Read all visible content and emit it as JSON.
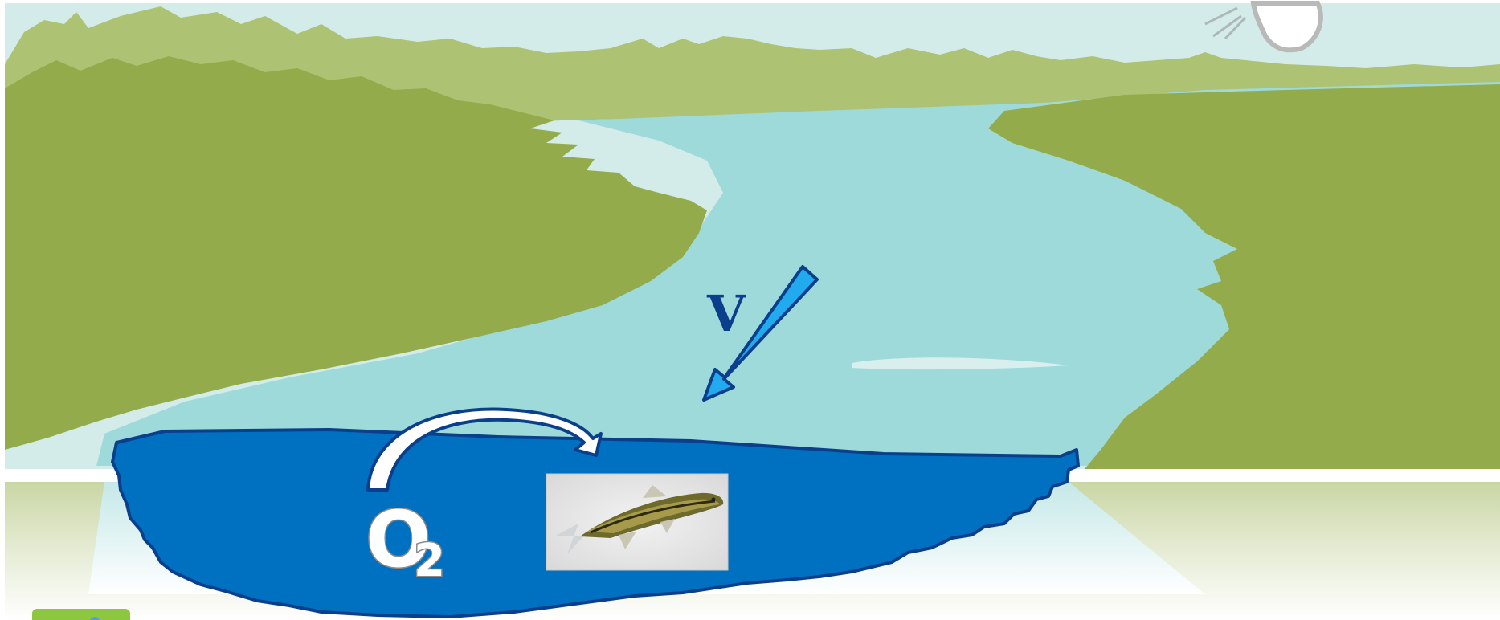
{
  "diagram": {
    "velocity_label": "V",
    "oxygen_label_main": "O",
    "oxygen_label_subscript": "2",
    "icons": [
      "fish-photo",
      "velocity-arrow",
      "oxygen-curved-arrow"
    ],
    "colors": {
      "sky": "#d3ece9",
      "far_grass": "#adc273",
      "near_grass": "#93ab4b",
      "river": "#9fdada",
      "pool": "#0070c0",
      "pool_outline": "#0b3f8c",
      "velocity_arrow": "#22aaee",
      "badge": "#8dc63f"
    }
  }
}
